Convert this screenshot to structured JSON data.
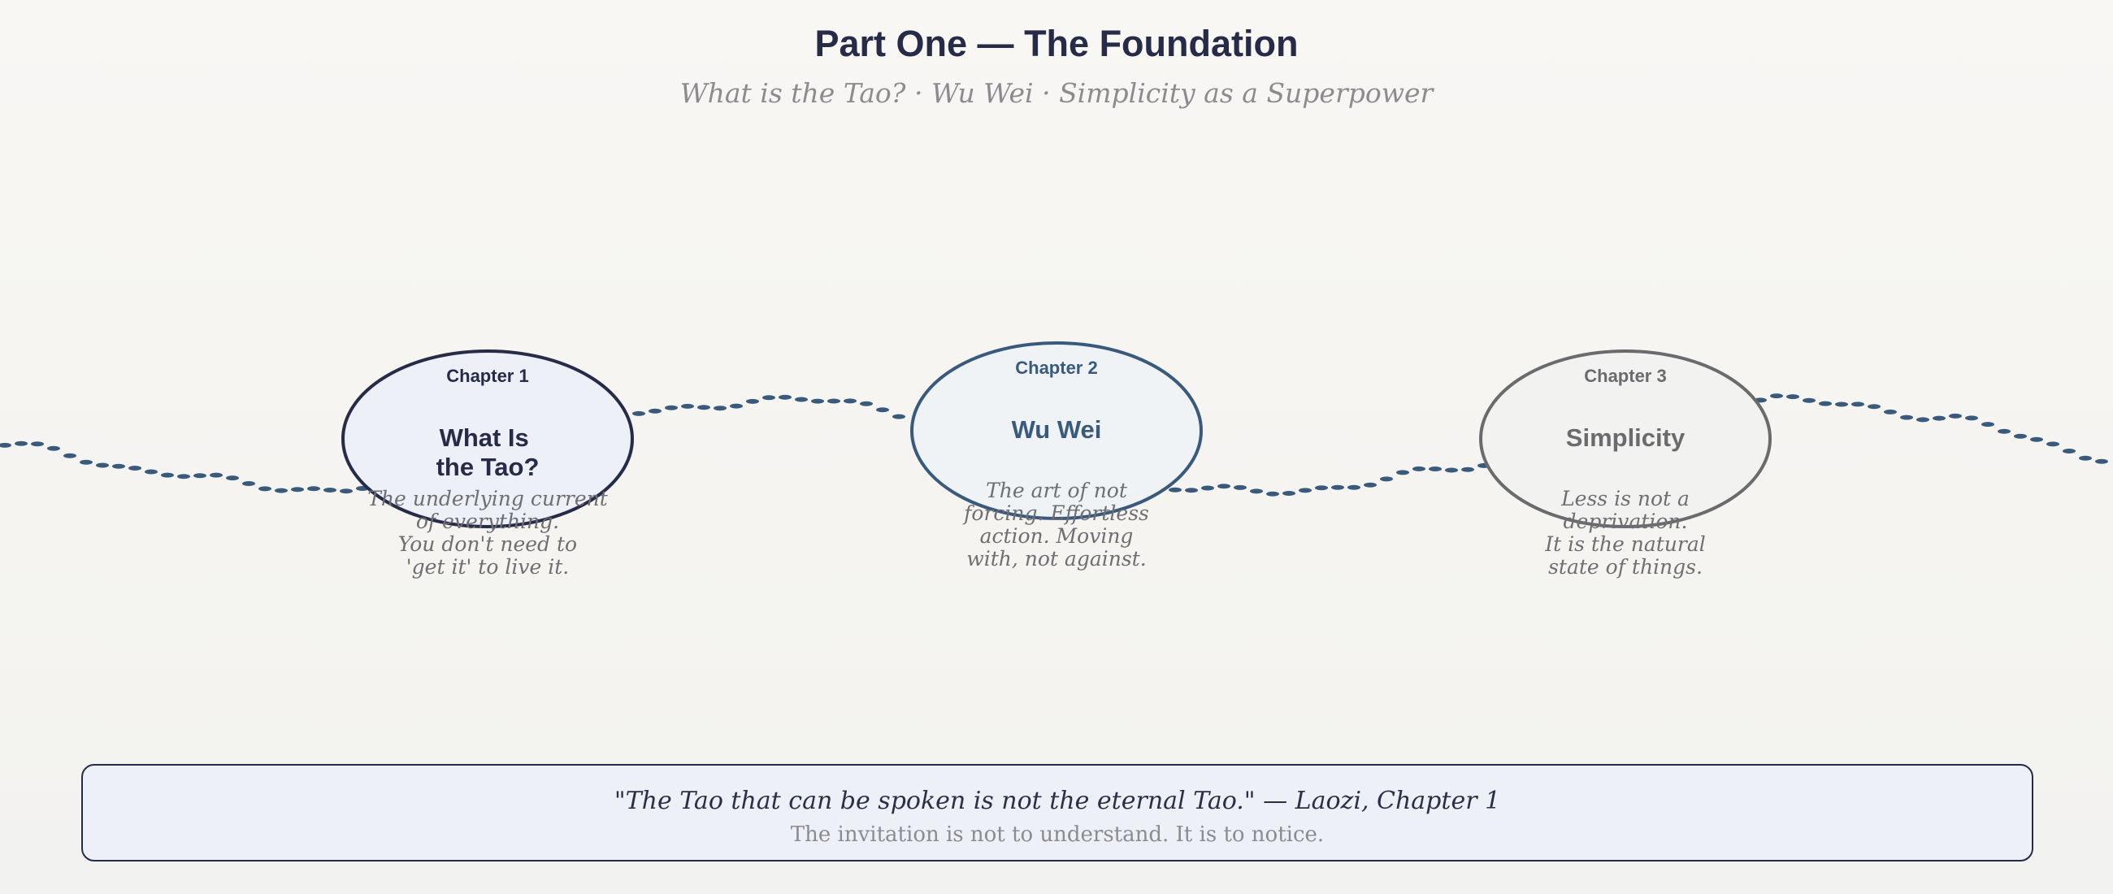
{
  "header": {
    "title": "Part One — The Foundation",
    "subtitle": "What is the Tao? · Wu Wei · Simplicity as a Superpower"
  },
  "colors": {
    "navy": "#262b48",
    "steel_blue": "#3a5a7c",
    "gray": "#6b6b6e",
    "path_dots": "#3a5a7c",
    "quote_box_fill": "#edf0f7"
  },
  "nodes": [
    {
      "chapter": "Chapter 1",
      "title_lines": [
        "What Is",
        "the Tao?"
      ],
      "description_lines": [
        "The underlying current",
        "of everything.",
        "You don't need to",
        "'get it' to live it."
      ],
      "color": "#262b48",
      "fill": "#edf0f7"
    },
    {
      "chapter": "Chapter 2",
      "title_lines": [
        "Wu Wei"
      ],
      "description_lines": [
        "The art of not",
        "forcing. Effortless",
        "action. Moving",
        "with, not against."
      ],
      "color": "#3a5a7c",
      "fill": "#eff3f6"
    },
    {
      "chapter": "Chapter 3",
      "title_lines": [
        "Simplicity"
      ],
      "description_lines": [
        "Less is not a",
        "deprivation.",
        "It is the natural",
        "state of things."
      ],
      "color": "#6b6b6e",
      "fill": "#f2f2f0"
    }
  ],
  "quote": {
    "text": "\"The Tao that can be spoken is not the eternal Tao.\" — Laozi, Chapter 1",
    "note": "The invitation is not to understand. It is to notice."
  }
}
